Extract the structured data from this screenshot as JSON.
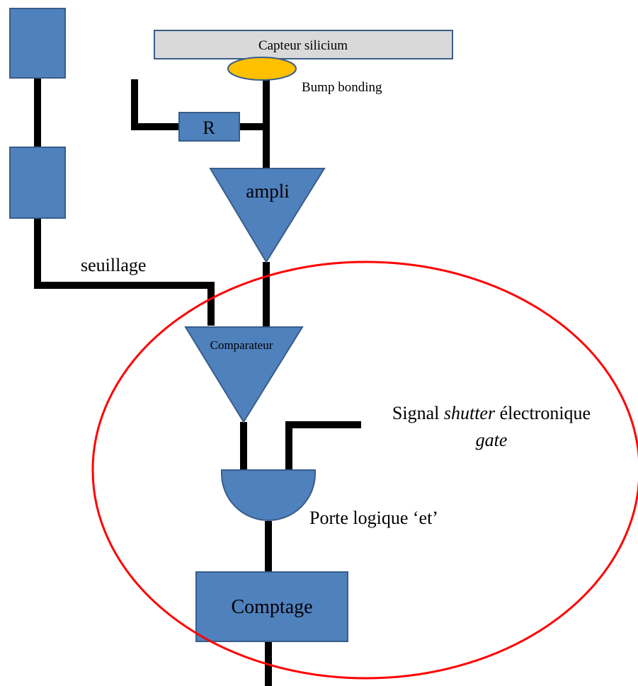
{
  "diagram": {
    "sensor_label": "Capteur silicium",
    "bump_label": "Bump bonding",
    "resistor_label": "R",
    "amplifier_label": "ampli",
    "threshold_label": "seuillage",
    "comparator_label": "Comparateur",
    "shutter_signal_prefix": "Signal ",
    "shutter_signal_italic": "shutter",
    "shutter_signal_suffix": " électronique",
    "gate_label": "gate",
    "and_gate_label": "Porte logique ‘et’",
    "counter_label": "Comptage"
  },
  "colors": {
    "block_fill": "#4f81bd",
    "block_stroke": "#385d8a",
    "sensor_fill": "#d9d9d9",
    "sensor_stroke": "#385d8a",
    "bump_fill": "#ffc000",
    "bump_stroke": "#385d8a",
    "wire": "#000000",
    "highlight_ellipse": "#ff0000"
  }
}
